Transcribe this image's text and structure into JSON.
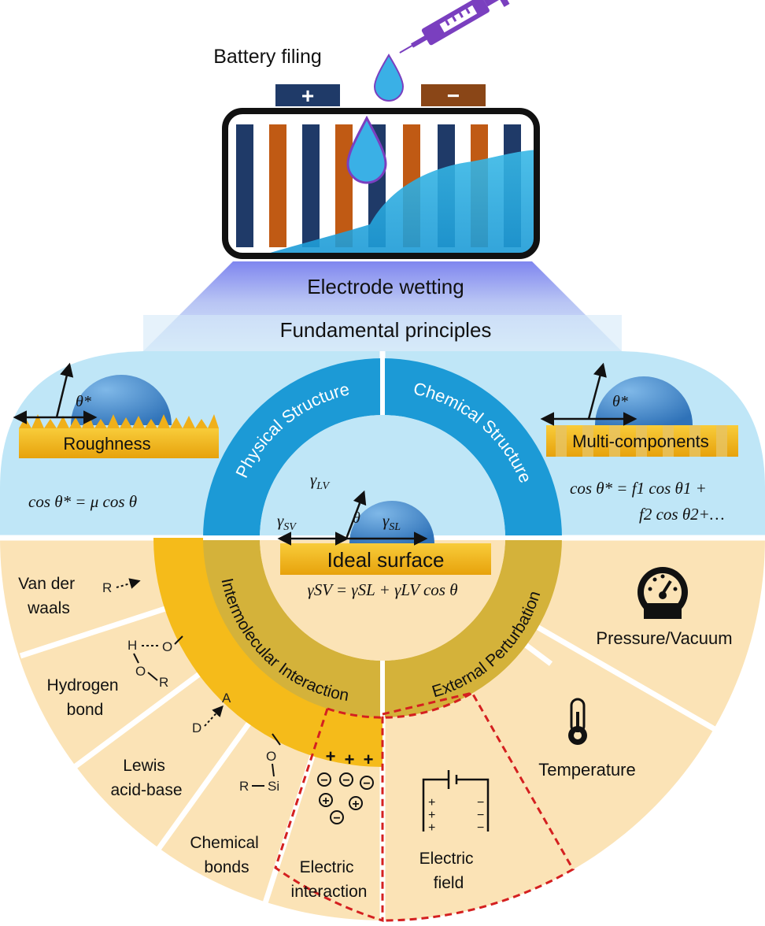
{
  "top": {
    "battery_filing": "Battery filing",
    "electrode_wetting": "Electrode wetting",
    "fundamental_principles": "Fundamental principles",
    "terminal_plus": "+",
    "terminal_minus": "−"
  },
  "inner": {
    "physical_structure": "Physical Structure",
    "chemical_structure": "Chemical Structure",
    "intermolecular_interaction": "Intermolecular Interaction",
    "external_perturbation": "External Perturbation",
    "ideal_surface": "Ideal surface",
    "gamma_lv": "γ",
    "gamma_lv_sub": "LV",
    "gamma_sv": "γ",
    "gamma_sv_sub": "SV",
    "gamma_sl": "γ",
    "gamma_sl_sub": "SL",
    "theta": "θ",
    "young_equation": "γSV = γSL + γLV cos θ"
  },
  "roughness": {
    "label": "Roughness",
    "theta_star": "θ*",
    "equation": "cos θ* = μ cos θ"
  },
  "multi": {
    "label": "Multi-components",
    "theta_star": "θ*",
    "equation_line1": "cos θ* = f1 cos θ1 +",
    "equation_line2": "f2 cos θ2+…"
  },
  "interactions": {
    "van_der_waals": [
      "Van der",
      "waals"
    ],
    "hydrogen_bond": [
      "Hydrogen",
      "bond"
    ],
    "lewis": [
      "Lewis",
      "acid-base"
    ],
    "chemical_bonds": [
      "Chemical",
      "bonds"
    ],
    "electric_interaction": [
      "Electric",
      "interaction"
    ]
  },
  "perturbations": {
    "pressure": "Pressure/Vacuum",
    "temperature": "Temperature",
    "electric_field": [
      "Electric",
      "field"
    ]
  },
  "chem_labels": {
    "vdw_r": "R",
    "hb_h": "H",
    "hb_o1": "O",
    "hb_o2": "O",
    "hb_r": "R",
    "lewis_a": "A",
    "lewis_d": "D",
    "si_o": "O",
    "si_r": "R",
    "si_si": "Si",
    "plus": "+",
    "minus": "−"
  },
  "colors": {
    "navy": "#1f3a68",
    "orange_bar": "#c05a14",
    "blue_ring": "#1c9ad6",
    "gold_ring": "#d4b23a",
    "orange_ring": "#f5bb1a",
    "sky_bg": "#bfe6f7",
    "cream_bg": "#fbe3b6",
    "red_dash": "#d42020",
    "purple_syringe": "#7a3fbf",
    "droplet": "#3aa0d8"
  }
}
